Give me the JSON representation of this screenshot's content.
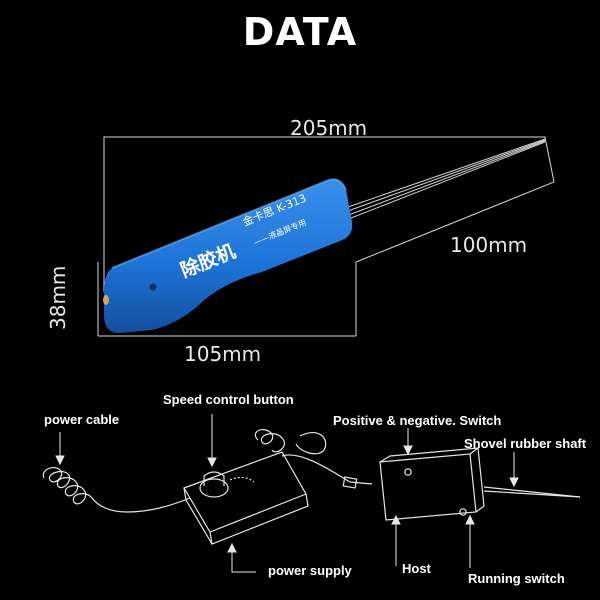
{
  "title": "DATA",
  "dimensions": {
    "length_total": "205mm",
    "needle_length": "100mm",
    "height": "38mm",
    "body_length": "105mm"
  },
  "device_text": {
    "model": "金卡思 K-313",
    "name": "除胶机",
    "subtitle": "——液晶屏专用"
  },
  "labels": {
    "power_cable": "power cable",
    "speed_control": "Speed control button",
    "pos_neg_switch": "Positive & negative. Switch",
    "shovel_shaft": "Shovel rubber shaft",
    "power_supply": "power supply",
    "host": "Host",
    "running_switch": "Running switch"
  },
  "colors": {
    "background": "#000000",
    "device_blue": "#1e73d8",
    "line": "#ffffff"
  }
}
